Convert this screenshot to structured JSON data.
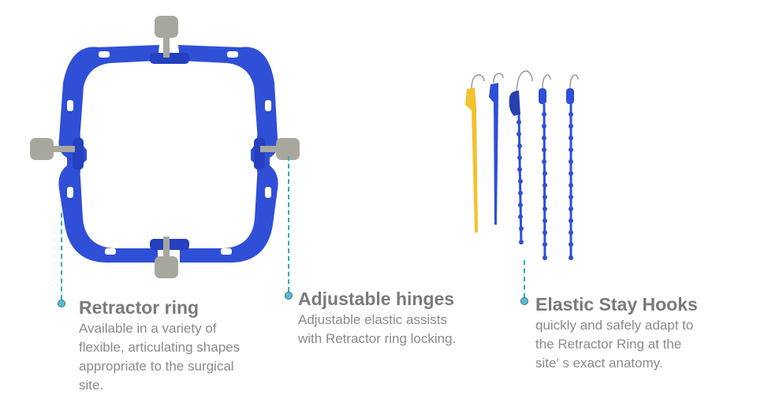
{
  "features": [
    {
      "id": "retractor-ring",
      "title": "Retractor ring",
      "description_lines": [
        "Available in a variety of",
        "flexible, articulating shapes",
        "appropriate to the surgical",
        "site."
      ]
    },
    {
      "id": "adjustable-hinges",
      "title": "Adjustable hinges",
      "description_lines": [
        "Adjustable elastic assists",
        "with Retractor ring locking."
      ]
    },
    {
      "id": "elastic-stay-hooks",
      "title": "Elastic Stay Hooks",
      "description_lines": [
        "quickly and safely adapt to",
        "the Retractor Ring at the",
        "site′  s exact anatomy."
      ]
    }
  ],
  "images": {
    "ring": "retractor-ring-product-image",
    "hooks": "elastic-stay-hooks-product-image"
  },
  "colors": {
    "ring_blue": "#2f4fd6",
    "hook_yellow": "#f2c230",
    "thumbscrew_gray": "#a8a79e",
    "leader_teal": "#2bb0a8",
    "dot_fill": "#5fb8d3",
    "title_gray": "#7a7a7a",
    "text_gray": "#8a8a8a"
  }
}
